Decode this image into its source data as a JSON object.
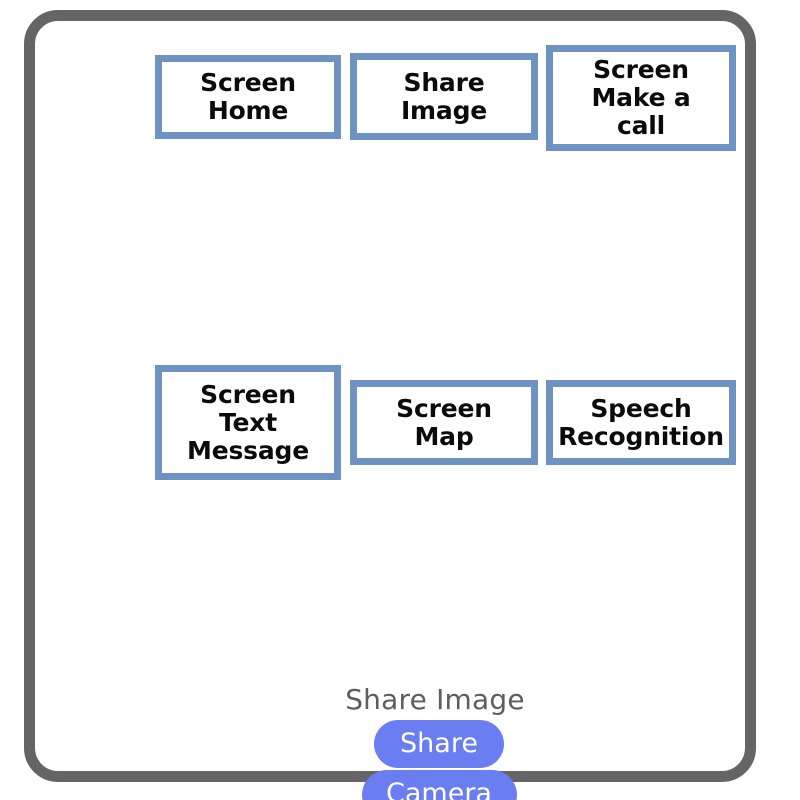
{
  "device": {
    "frame_color": "#656565",
    "screen_background": "#ffffff"
  },
  "flow": {
    "box_border_color": "#6e93c2",
    "box_fill_color": "#ffffff",
    "rows": [
      {
        "row": 1,
        "boxes": [
          {
            "id": "screen-home",
            "label": "Screen\nHome"
          },
          {
            "id": "share-image",
            "label": "Share\nImage"
          },
          {
            "id": "make-a-call",
            "label": "Screen\nMake a\ncall"
          }
        ]
      },
      {
        "row": 2,
        "boxes": [
          {
            "id": "text-message",
            "label": "Screen\nText\nMessage"
          },
          {
            "id": "screen-map",
            "label": "Screen\nMap"
          },
          {
            "id": "speech-recog",
            "label": "Speech\nRecognition"
          }
        ]
      }
    ]
  },
  "share_widget": {
    "title": "Share Image",
    "title_color": "#5e5e5e",
    "pill_color": "#6a7ef2",
    "pill_text_color": "#ffffff",
    "buttons": [
      {
        "id": "share",
        "label": "Share"
      },
      {
        "id": "camera",
        "label": "Camera"
      }
    ]
  }
}
